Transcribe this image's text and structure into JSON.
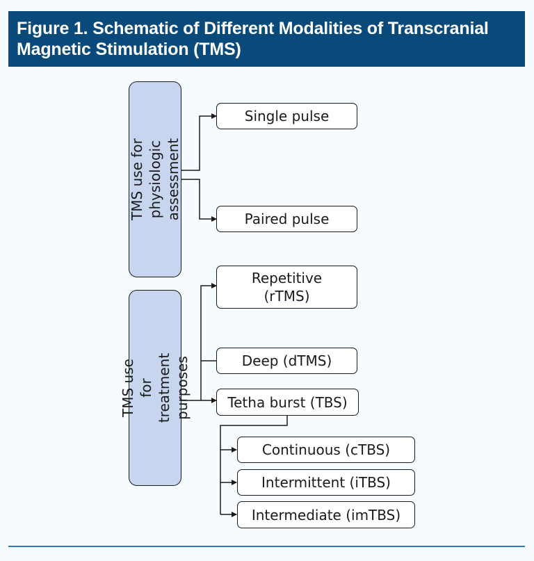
{
  "figure": {
    "title": "Figure 1. Schematic of Different Modalities of Transcranial Magnetic Stimulation (TMS)"
  },
  "categories": [
    {
      "label": "TMS use for physiologic\nassessment"
    },
    {
      "label": "TMS use for treatment\npurposes"
    }
  ],
  "nodes": {
    "single_pulse": "Single pulse",
    "paired_pulse": "Paired pulse",
    "repetitive": "Repetitive\n(rTMS)",
    "deep": "Deep (dTMS)",
    "theta_burst": "Tetha burst (TBS)",
    "continuous": "Continuous (cTBS)",
    "intermittent": "Intermittent (iTBS)",
    "intermediate": "Intermediate (imTBS)"
  },
  "colors": {
    "header_bg": "#0a4a7a",
    "category_fill": "#c7d6ee",
    "rule": "#2a7ab5"
  }
}
